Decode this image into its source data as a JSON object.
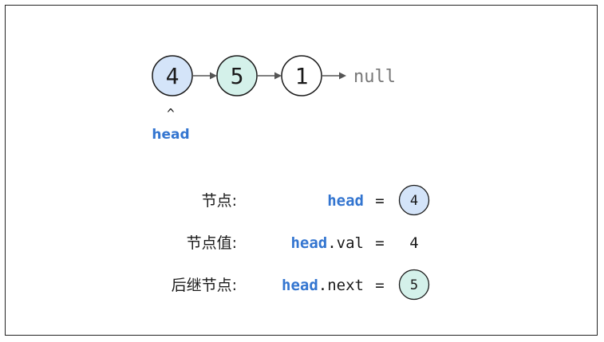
{
  "list": {
    "nodes": [
      {
        "value": "4",
        "fill": "#d4e4f9"
      },
      {
        "value": "5",
        "fill": "#d4f1ea"
      },
      {
        "value": "1",
        "fill": "#ffffff"
      }
    ],
    "null_label": "null",
    "pointer_symbol": "^",
    "head_label": "head"
  },
  "rows": [
    {
      "label": "节点:",
      "expr_var": "head",
      "expr_suffix": "",
      "equals": "=",
      "result": "4",
      "result_type": "node",
      "result_fill": "#d4e4f9"
    },
    {
      "label": "节点值:",
      "expr_var": "head",
      "expr_suffix": ".val",
      "equals": "=",
      "result": "4",
      "result_type": "text"
    },
    {
      "label": "后继节点:",
      "expr_var": "head",
      "expr_suffix": ".next",
      "equals": "=",
      "result": "5",
      "result_type": "node",
      "result_fill": "#d4f1ea"
    }
  ],
  "colors": {
    "accent": "#3375d0",
    "stroke": "#1a1a1a",
    "arrow": "#555555",
    "null_text": "#777777",
    "text": "#1a1a1a"
  },
  "icons": {
    "arrow": "right-arrow-icon"
  }
}
